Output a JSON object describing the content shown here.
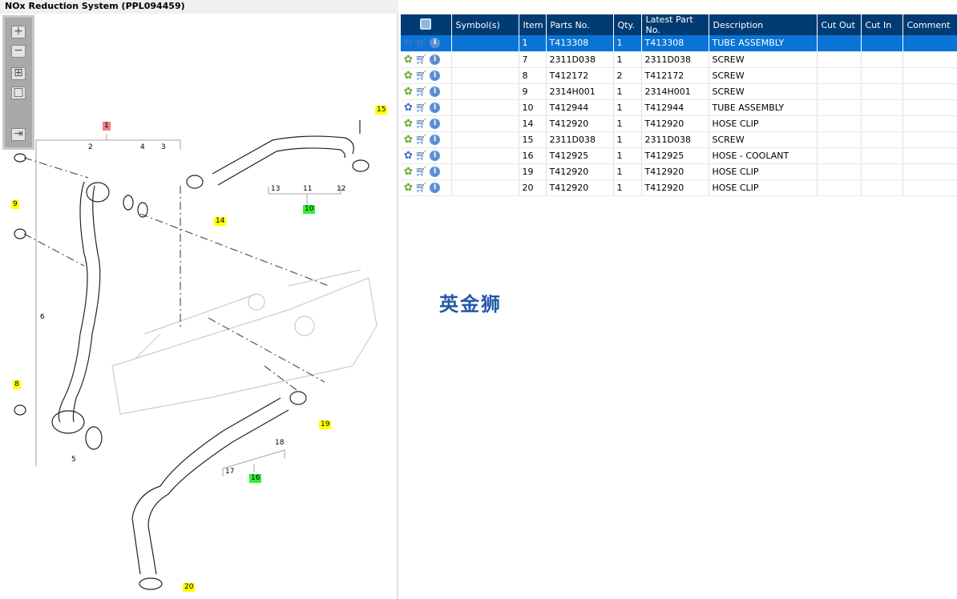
{
  "title": "NOx Reduction System (PPL094459)",
  "toolbar": {
    "zoom_in": "+",
    "zoom_out": "−",
    "fit": "⊞",
    "actual": "□",
    "panel": "⇥"
  },
  "callouts": [
    {
      "label": "1",
      "color": "red"
    },
    {
      "label": "9",
      "color": "yellow"
    },
    {
      "label": "8",
      "color": "yellow"
    },
    {
      "label": "15",
      "color": "yellow"
    },
    {
      "label": "10",
      "color": "green"
    },
    {
      "label": "14",
      "color": "yellow"
    },
    {
      "label": "19",
      "color": "yellow"
    },
    {
      "label": "16",
      "color": "green"
    },
    {
      "label": "20",
      "color": "yellow"
    }
  ],
  "numbers": [
    "2",
    "4",
    "3",
    "6",
    "5",
    "13",
    "11",
    "12",
    "17",
    "18"
  ],
  "watermark": "英金狮",
  "table": {
    "columns": [
      "Symbol(s)",
      "Item",
      "Parts No.",
      "Qty.",
      "Latest Part No.",
      "Description",
      "Cut Out",
      "Cut In",
      "Comment"
    ],
    "rows": [
      {
        "assembly": true,
        "item": "1",
        "part": "T413308",
        "qty": "1",
        "latest": "T413308",
        "desc": "TUBE ASSEMBLY"
      },
      {
        "assembly": false,
        "item": "7",
        "part": "2311D038",
        "qty": "1",
        "latest": "2311D038",
        "desc": "SCREW"
      },
      {
        "assembly": false,
        "item": "8",
        "part": "T412172",
        "qty": "2",
        "latest": "T412172",
        "desc": "SCREW"
      },
      {
        "assembly": false,
        "item": "9",
        "part": "2314H001",
        "qty": "1",
        "latest": "2314H001",
        "desc": "SCREW"
      },
      {
        "assembly": true,
        "item": "10",
        "part": "T412944",
        "qty": "1",
        "latest": "T412944",
        "desc": "TUBE ASSEMBLY"
      },
      {
        "assembly": false,
        "item": "14",
        "part": "T412920",
        "qty": "1",
        "latest": "T412920",
        "desc": "HOSE CLIP"
      },
      {
        "assembly": false,
        "item": "15",
        "part": "2311D038",
        "qty": "1",
        "latest": "2311D038",
        "desc": "SCREW"
      },
      {
        "assembly": true,
        "item": "16",
        "part": "T412925",
        "qty": "1",
        "latest": "T412925",
        "desc": "HOSE - COOLANT"
      },
      {
        "assembly": false,
        "item": "19",
        "part": "T412920",
        "qty": "1",
        "latest": "T412920",
        "desc": "HOSE CLIP"
      },
      {
        "assembly": false,
        "item": "20",
        "part": "T412920",
        "qty": "1",
        "latest": "T412920",
        "desc": "HOSE CLIP"
      }
    ]
  }
}
